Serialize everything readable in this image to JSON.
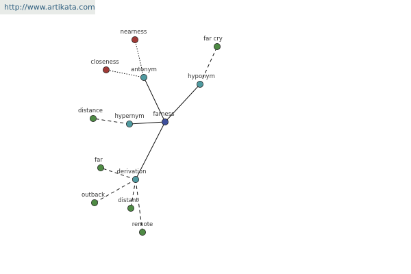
{
  "header": {
    "url": "http://www.artikata.com"
  },
  "colors": {
    "center": "#3e4f9c",
    "relation": "#4f9aa0",
    "leaf": "#4e8a44",
    "antonym_leaf": "#a03a36"
  },
  "graph": {
    "nodes": [
      {
        "id": "farness",
        "label": "farness",
        "kind": "center"
      },
      {
        "id": "antonym",
        "label": "antonym",
        "kind": "relation"
      },
      {
        "id": "hyponym",
        "label": "hyponym",
        "kind": "relation"
      },
      {
        "id": "hypernym",
        "label": "hypernym",
        "kind": "relation"
      },
      {
        "id": "derivation",
        "label": "derivation",
        "kind": "relation"
      },
      {
        "id": "nearness",
        "label": "nearness",
        "kind": "antonym_leaf"
      },
      {
        "id": "closeness",
        "label": "closeness",
        "kind": "antonym_leaf"
      },
      {
        "id": "far-cry",
        "label": "far cry",
        "kind": "leaf"
      },
      {
        "id": "distance",
        "label": "distance",
        "kind": "leaf"
      },
      {
        "id": "far",
        "label": "far",
        "kind": "leaf"
      },
      {
        "id": "outback",
        "label": "outback",
        "kind": "leaf"
      },
      {
        "id": "distant",
        "label": "distant",
        "kind": "leaf"
      },
      {
        "id": "remote",
        "label": "remote",
        "kind": "leaf"
      }
    ],
    "edges": [
      {
        "from": "farness",
        "to": "antonym",
        "style": "solid"
      },
      {
        "from": "farness",
        "to": "hyponym",
        "style": "solid"
      },
      {
        "from": "farness",
        "to": "hypernym",
        "style": "solid"
      },
      {
        "from": "farness",
        "to": "derivation",
        "style": "solid"
      },
      {
        "from": "antonym",
        "to": "nearness",
        "style": "dotted"
      },
      {
        "from": "antonym",
        "to": "closeness",
        "style": "dotted"
      },
      {
        "from": "hyponym",
        "to": "far-cry",
        "style": "dashed"
      },
      {
        "from": "hypernym",
        "to": "distance",
        "style": "dashed"
      },
      {
        "from": "derivation",
        "to": "far",
        "style": "dashed"
      },
      {
        "from": "derivation",
        "to": "outback",
        "style": "dashed"
      },
      {
        "from": "derivation",
        "to": "distant",
        "style": "dashed"
      },
      {
        "from": "derivation",
        "to": "remote",
        "style": "dashed"
      }
    ]
  }
}
